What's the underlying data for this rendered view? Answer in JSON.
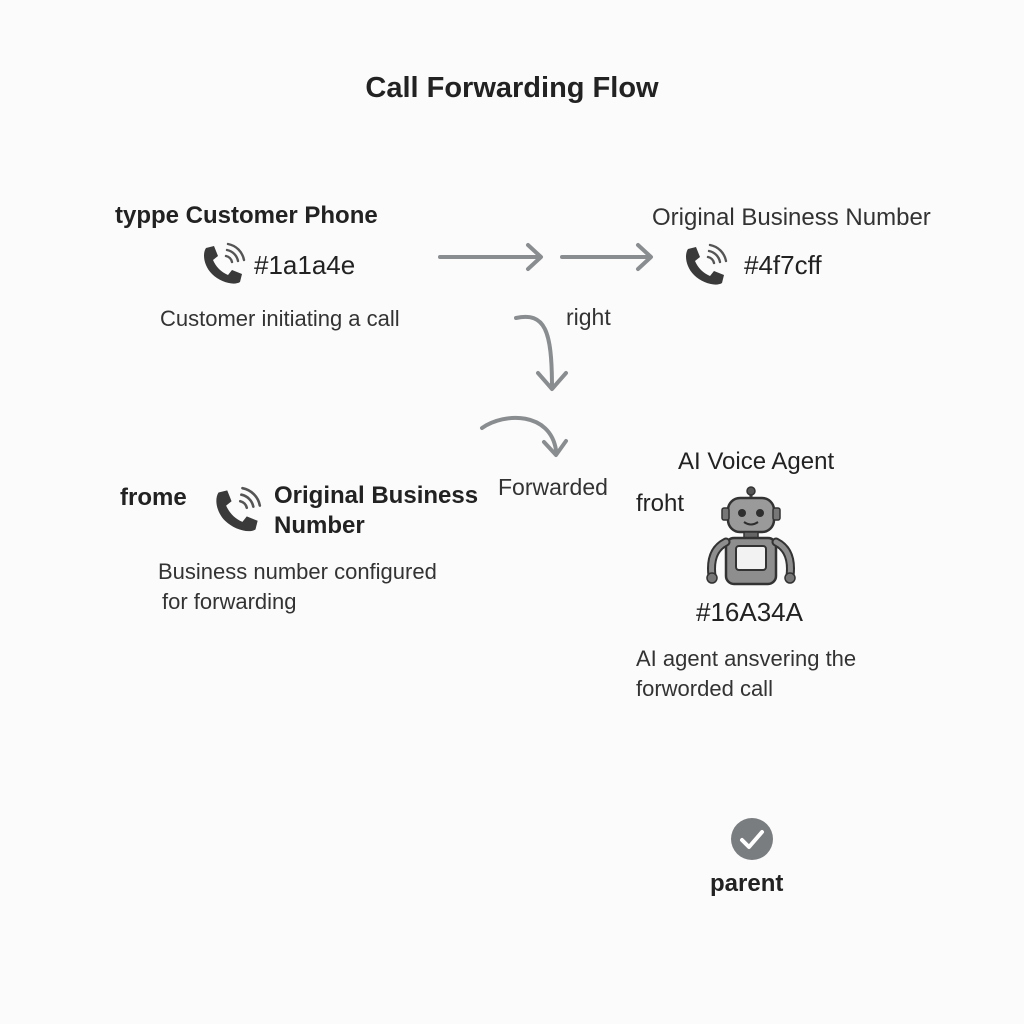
{
  "title": "Call Forwarding Flow",
  "customer": {
    "label": "typpe Customer Phone",
    "code": "#1a1a4e",
    "description": "Customer initiating a call",
    "icon": "phone-ringing-icon"
  },
  "business_top": {
    "label": "Original Business Number",
    "code": "#4f7cff",
    "icon": "phone-ringing-icon"
  },
  "flow_labels": {
    "right": "right",
    "forwarded": "Forwarded"
  },
  "business_forward": {
    "prefix": "frome",
    "label_line1": "Original Business",
    "label_line2": "Number",
    "description_line1": "Business number configured",
    "description_line2": "for forwarding",
    "icon": "phone-ringing-icon"
  },
  "ai_agent": {
    "label": "AI Voice Agent",
    "prefix": "froht",
    "code": "#16A34A",
    "description_line1": "AI agent ansvering the",
    "description_line2": "forworded call",
    "icon": "robot-icon"
  },
  "completion": {
    "label": "parent",
    "icon": "check-circle-icon"
  },
  "colors": {
    "background": "#fbfbfb",
    "arrow": "#8a8d90",
    "icon": "#3a3a3a",
    "check_circle": "#7a7d80"
  }
}
